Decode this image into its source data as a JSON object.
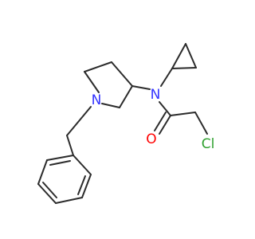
{
  "atoms": {
    "n_ring": {
      "label": "N",
      "color": "#3333ff"
    },
    "n_amide": {
      "label": "N",
      "color": "#3333ff"
    },
    "o": {
      "label": "O",
      "color": "#ff0000"
    },
    "cl": {
      "label": "Cl",
      "color": "#2ea02e"
    }
  },
  "bond_color": "#2b2b2b"
}
